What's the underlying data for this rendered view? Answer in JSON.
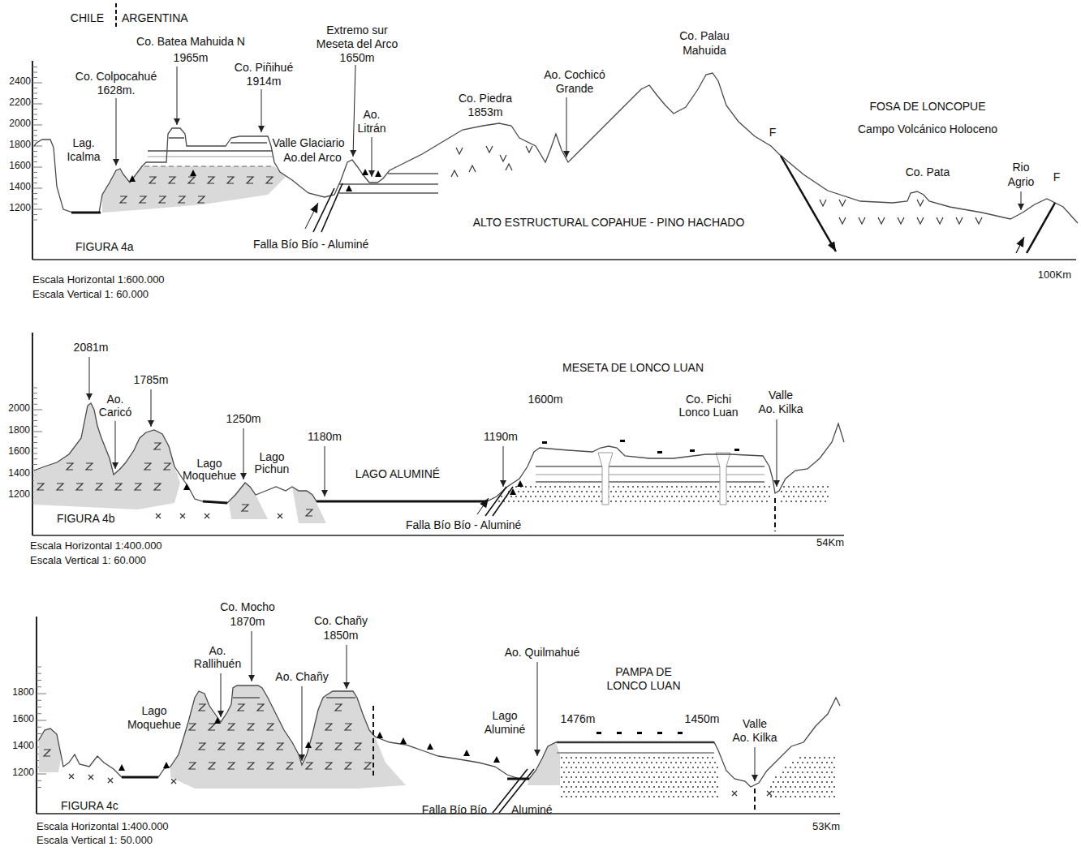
{
  "diagram": {
    "labels": [
      "CHILE",
      "ARGENTINA",
      "Co. Batea Mahuida N",
      "1965m",
      "Extremo sur",
      "Meseta del Arco",
      "1650m",
      "Co. Palau",
      "Mahuida",
      "Co. Colpocahué",
      "1628m.",
      "Co. Piñihué",
      "1914m",
      "Ao.",
      "Litrán",
      "Ao. Cochicó",
      "Grande",
      "Co. Piedra",
      "1853m",
      "FOSA DE LONCOPUE",
      "Campo Volcánico Holoceno",
      "Lag.",
      "Icalma",
      "Valle Glaciario",
      "Ao.del Arco",
      "F",
      "Co. Pata",
      "Rio",
      "Agrio",
      "F",
      "ALTO ESTRUCTURAL COPAHUE - PINO HACHADO",
      "FIGURA 4a",
      "Falla Bío Bío - Aluminé",
      "Escala Horizontal 1:600.000",
      "Escala Vertical 1: 60.000",
      "100Km",
      "2400",
      "2200",
      "2000",
      "1800",
      "1600",
      "1400",
      "1200",
      "2081m",
      "Ao.",
      "Caricó",
      "1785m",
      "1250m",
      "Lago",
      "Moquehue",
      "Lago",
      "Pichun",
      "1180m",
      "LAGO ALUMINÉ",
      "1190m",
      "MESETA DE LONCO LUAN",
      "1600m",
      "Co. Pichi",
      "Lonco Luan",
      "Valle",
      "Ao. Kilka",
      "FIGURA 4b",
      "Falla Bío Bío - Aluminé",
      "Escala Horizontal 1:400.000",
      "Escala Vertical 1: 60.000",
      "54Km",
      "2000",
      "1800",
      "1600",
      "1400",
      "1200",
      "Co. Mocho",
      "1870m",
      "Ao.",
      "Rallihuén",
      "Co. Chañy",
      "1850m",
      "Ao. Chañy",
      "Ao. Quilmahué",
      "PAMPA DE",
      "LONCO LUAN",
      "Lago",
      "Moquehue",
      "Lago",
      "Aluminé",
      "1476m",
      "1450m",
      "Valle",
      "Ao. Kilka",
      "FIGURA 4c",
      "Falla Bío Bío",
      "Aluminé",
      "Escala Horizontal 1:400.000",
      "Escala Vertical 1: 50.000",
      "53Km",
      "1800",
      "1600",
      "1400",
      "1200"
    ]
  }
}
